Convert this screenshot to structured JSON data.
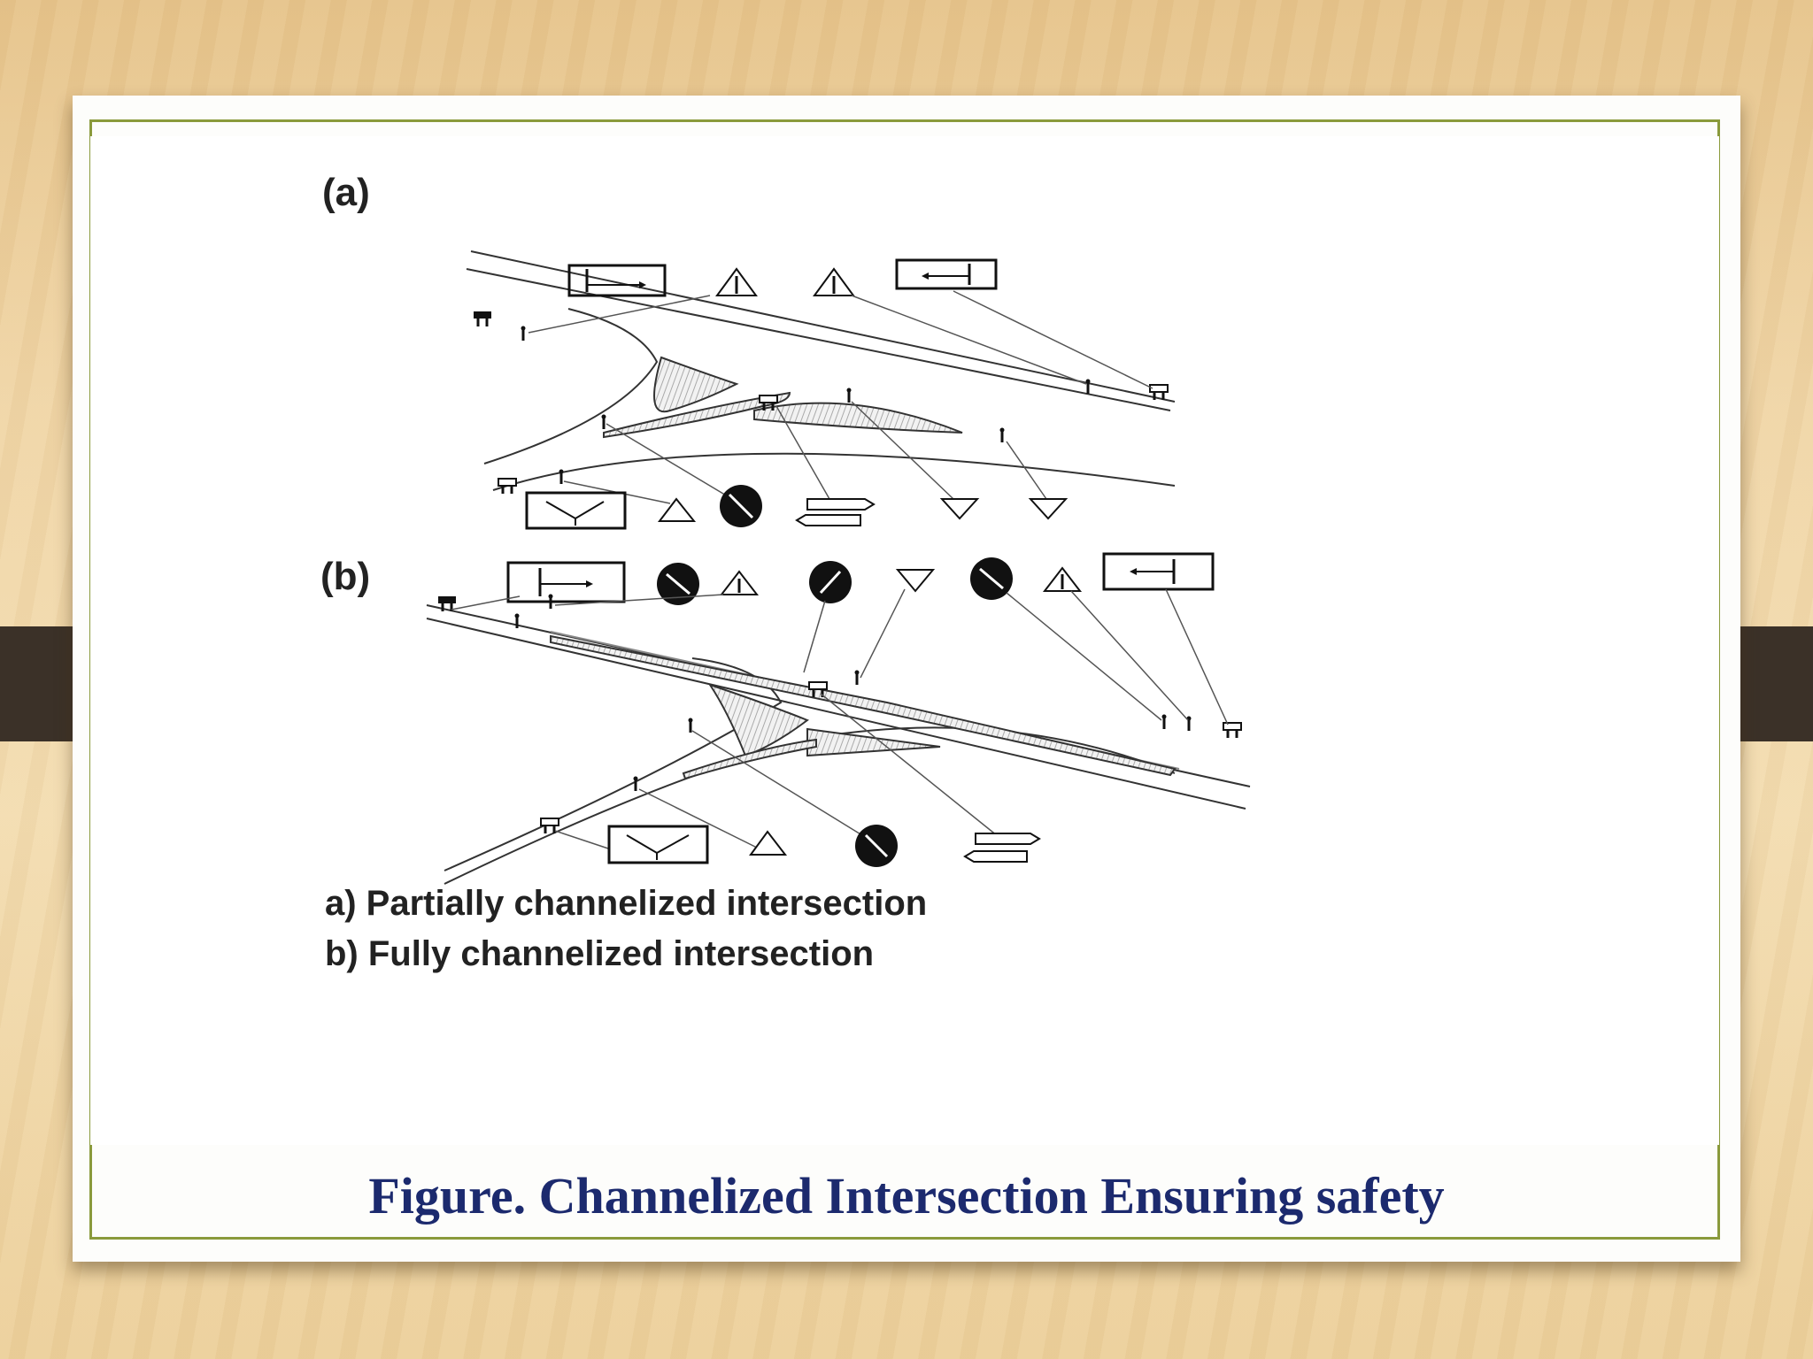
{
  "labels": {
    "panel_a": "(a)",
    "panel_b": "(b)",
    "legend_a": "a) Partially channelized intersection",
    "legend_b": "b) Fully channelized intersection"
  },
  "caption": "Figure. Channelized Intersection Ensuring safety",
  "colors": {
    "caption": "#1c2a6e",
    "frame": "#8a9a3c",
    "ink": "#222222"
  }
}
